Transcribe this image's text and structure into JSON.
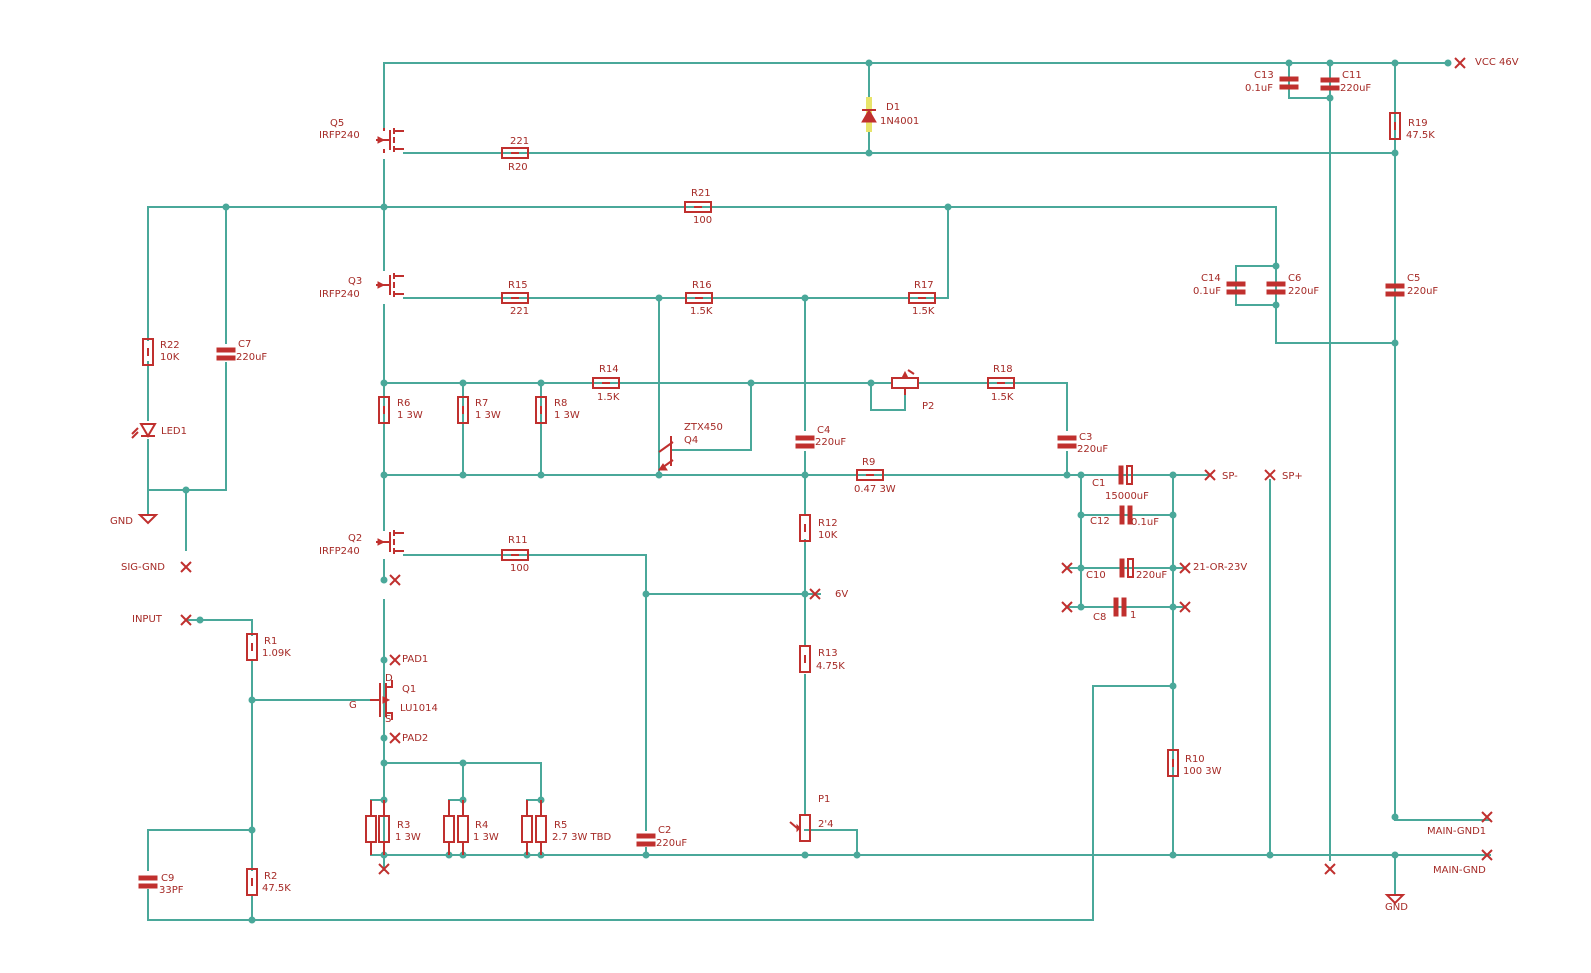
{
  "labels": {
    "vcc": "VCC 46V",
    "c13": "C13",
    "c13v": "0.1uF",
    "c11": "C11",
    "c11v": "220uF",
    "d1": "D1",
    "d1v": "1N4001",
    "r19": "R19",
    "r19v": "47.5K",
    "q5": "Q5",
    "q5v": "IRFP240",
    "r20v": "221",
    "r20": "R20",
    "r21": "R21",
    "r21v": "100",
    "c14": "C14",
    "c14v": "0.1uF",
    "c6": "C6",
    "c6v": "220uF",
    "c5": "C5",
    "c5v": "220uF",
    "q3": "Q3",
    "q3v": "IRFP240",
    "r15": "R15",
    "r15v": "221",
    "r16": "R16",
    "r16v": "1.5K",
    "r17": "R17",
    "r17v": "1.5K",
    "r22": "R22",
    "r22v": "10K",
    "c7": "C7",
    "c7v": "220uF",
    "r14": "R14",
    "r14v": "1.5K",
    "p2": "P2",
    "r18": "R18",
    "r18v": "1.5K",
    "r6": "R6",
    "r6v": "1 3W",
    "r7": "R7",
    "r7v": "1 3W",
    "r8": "R8",
    "r8v": "1 3W",
    "q4": "Q4",
    "q4v": "ZTX450",
    "c4": "C4",
    "c4v": "220uF",
    "c3": "C3",
    "c3v": "220uF",
    "led1": "LED1",
    "r9": "R9",
    "r9v": "0.47 3W",
    "c1": "C1",
    "c1v": "15000uF",
    "spm": "SP-",
    "spp": "SP+",
    "c12": "C12",
    "c12v": "0.1uF",
    "gnd1": "GND",
    "q2": "Q2",
    "q2v": "IRFP240",
    "r11": "R11",
    "r11v": "100",
    "r12": "R12",
    "r12v": "10K",
    "siggnd": "SIG-GND",
    "c10": "C10",
    "c10v": "220uF",
    "out21": "21-OR-23V",
    "v6": "6V",
    "c8": "C8",
    "c8v": "1",
    "input": "INPUT",
    "r1": "R1",
    "r1v": "1.09K",
    "pad1": "PAD1",
    "r13": "R13",
    "r13v": "4.75K",
    "q1": "Q1",
    "q1v": "LU1014",
    "pad2": "PAD2",
    "r10": "R10",
    "r10v": "100 3W",
    "p1": "P1",
    "r3": "R3",
    "r3v": "1 3W",
    "r4": "R4",
    "r4v": "1 3W",
    "r5": "R5",
    "r5v": "2.7 3W TBD",
    "c2": "C2",
    "c2v": "220uF",
    "maingnd1": "MAIN-GND1",
    "maingnd": "MAIN-GND",
    "c9": "C9",
    "c9v": "33PF",
    "r2": "R2",
    "r2v": "47.5K",
    "gnd2": "GND"
  }
}
